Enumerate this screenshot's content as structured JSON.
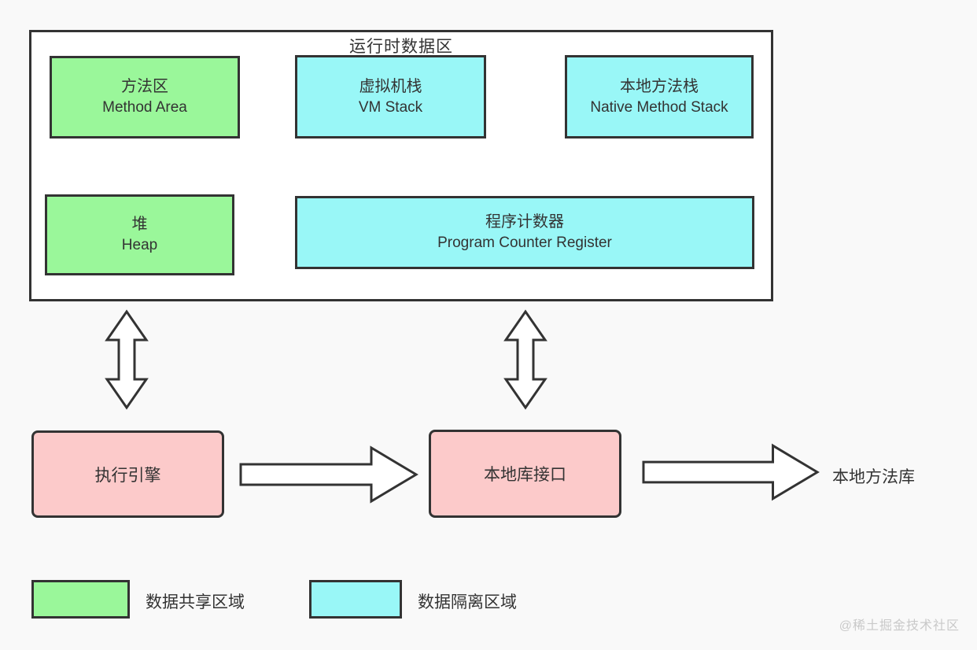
{
  "canvas": {
    "background": "#f9f9f9",
    "ink_color": "#333333"
  },
  "colors": {
    "shared_area": "#9af79a",
    "isolated_area": "#99f7f7",
    "engine_box": "#fccaca",
    "container_fill": "#ffffff"
  },
  "runtime_area": {
    "title": "运行时数据区",
    "boxes": [
      {
        "id": "method-area",
        "zh": "方法区",
        "en": "Method Area",
        "type": "shared"
      },
      {
        "id": "vm-stack",
        "zh": "虚拟机栈",
        "en": "VM Stack",
        "type": "isolated"
      },
      {
        "id": "native-method-stack",
        "zh": "本地方法栈",
        "en": "Native Method Stack",
        "type": "isolated"
      },
      {
        "id": "heap",
        "zh": "堆",
        "en": "Heap",
        "type": "shared"
      },
      {
        "id": "program-counter",
        "zh": "程序计数器",
        "en": "Program Counter Register",
        "type": "isolated"
      }
    ]
  },
  "bottom_row": {
    "execution_engine": "执行引擎",
    "native_interface": "本地库接口",
    "native_library": "本地方法库"
  },
  "legend": {
    "shared_label": "数据共享区域",
    "isolated_label": "数据隔离区域"
  },
  "watermark": "@稀土掘金技术社区"
}
